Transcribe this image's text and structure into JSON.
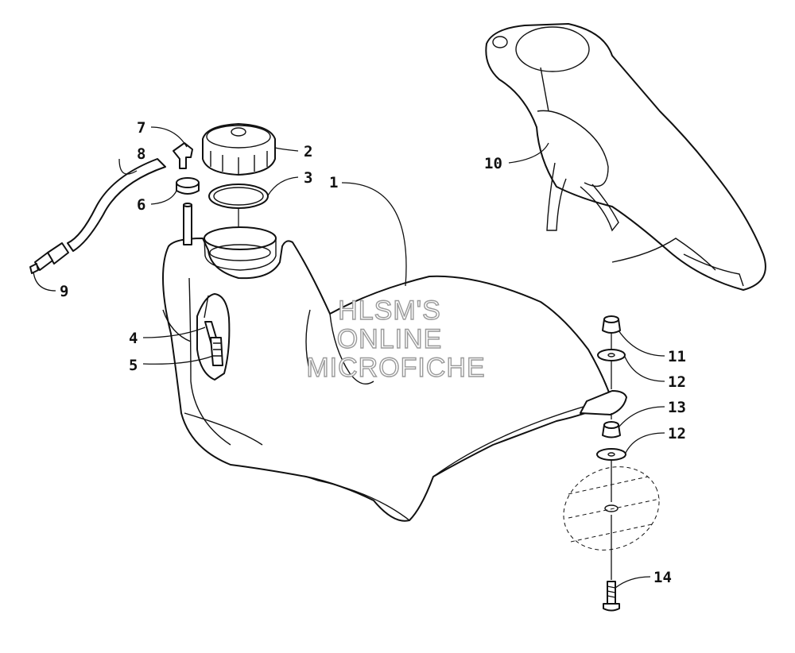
{
  "callouts": {
    "c1": "1",
    "c2": "2",
    "c3": "3",
    "c4": "4",
    "c5": "5",
    "c6": "6",
    "c7": "7",
    "c8": "8",
    "c9": "9",
    "c10": "10",
    "c11": "11",
    "c12a": "12",
    "c13": "13",
    "c12b": "12",
    "c14": "14"
  },
  "watermark": {
    "line1": "HLSM'S",
    "line2": "ONLINE",
    "line3": "MICROFICHE"
  }
}
